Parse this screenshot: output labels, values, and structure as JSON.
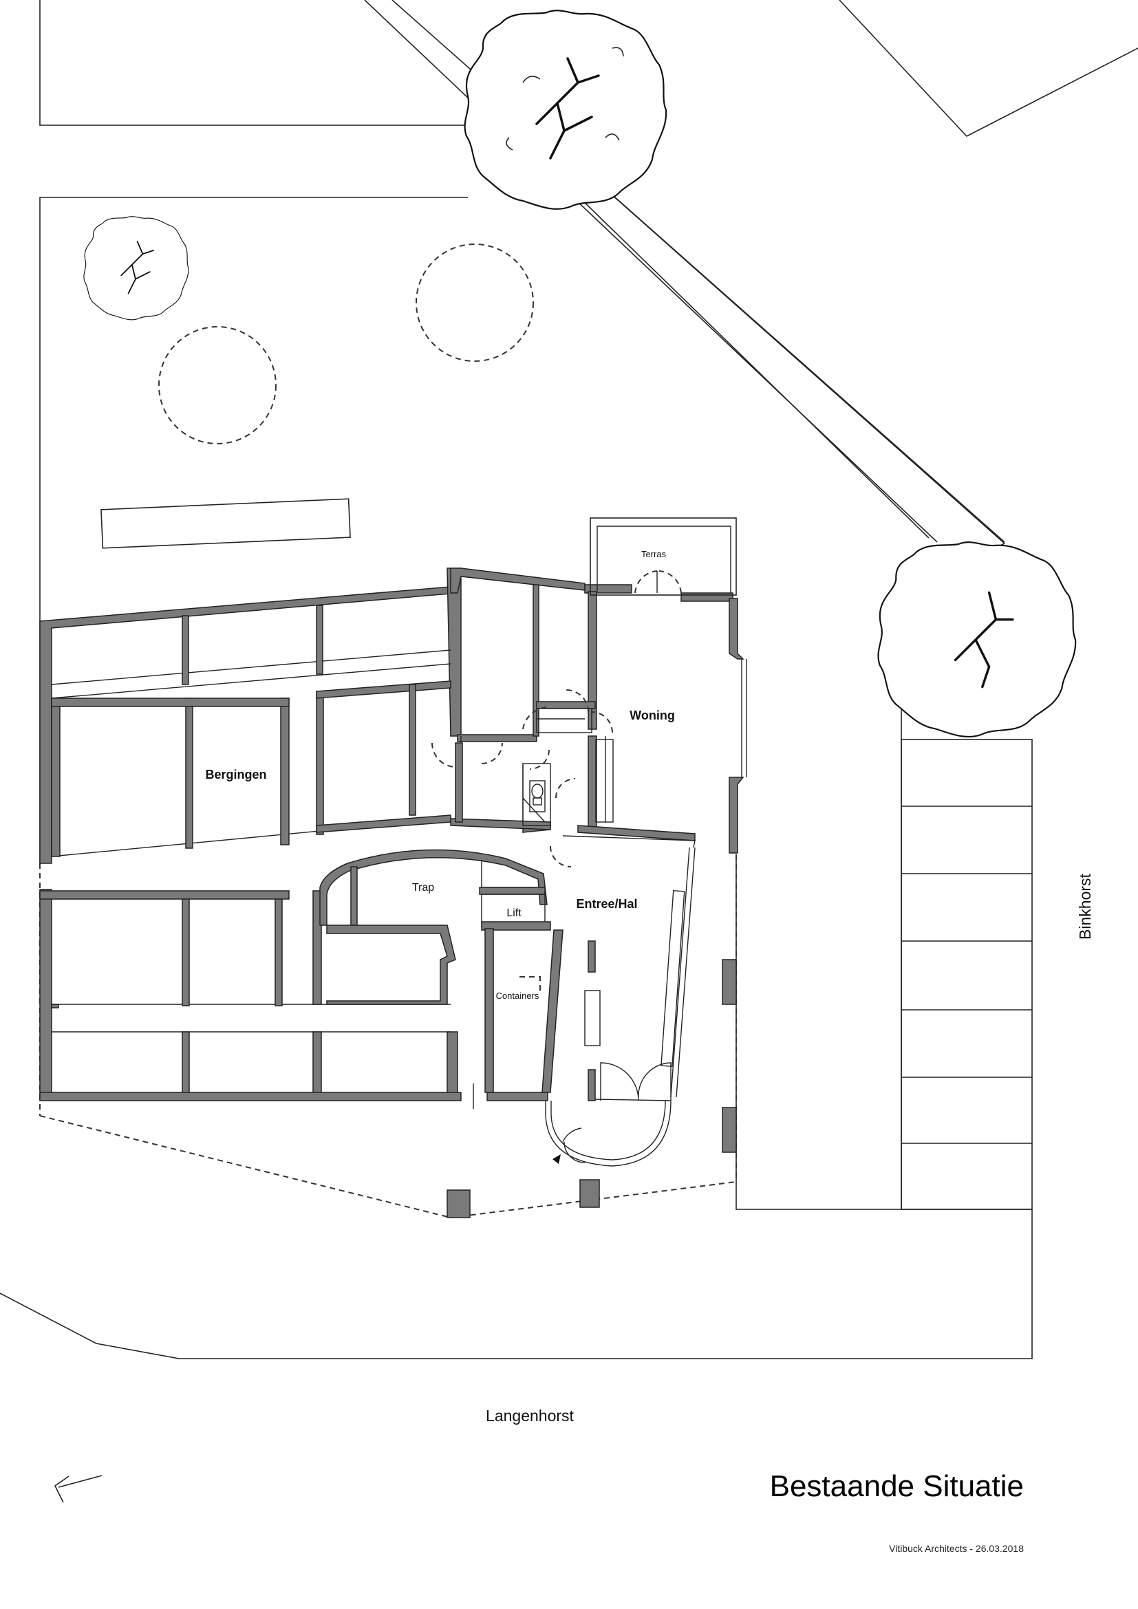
{
  "drawing": {
    "title": "Bestaande Situatie",
    "credit": "Vitibuck Architects - 26.03.2018"
  },
  "streets": {
    "south": "Langenhorst",
    "east": "Binkhorst"
  },
  "rooms": {
    "terras": "Terras",
    "woning": "Woning",
    "bergingen": "Bergingen",
    "trap": "Trap",
    "lift": "Lift",
    "entree": "Entree/Hal",
    "containers": "Containers"
  },
  "icons": [
    "north-arrow-icon",
    "tree-icon"
  ]
}
